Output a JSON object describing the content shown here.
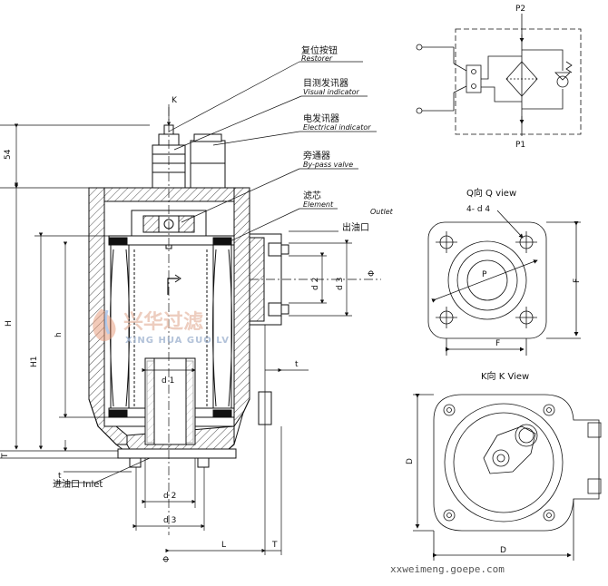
{
  "callouts": {
    "restorer_cn": "复位按钮",
    "restorer_en": "Restorer",
    "visual_cn": "目测发讯器",
    "visual_en": "Visual indicator",
    "electrical_cn": "电发讯器",
    "electrical_en": "Electrical indicator",
    "bypass_cn": "旁通器",
    "bypass_en": "By-pass valve",
    "element_cn": "滤芯",
    "element_en": "Element",
    "outlet_en": "Outlet",
    "outlet_cn": "出油口",
    "inlet": "进油口 Inlet"
  },
  "labels": {
    "k": "K",
    "dim_54": "54",
    "dim_H": "H",
    "dim_H1": "H1",
    "dim_h": "h",
    "dim_T": "T",
    "dim_t_left": "t",
    "dim_t_right": "t",
    "dim_d1": "d 1",
    "dim_d2_bottom": "d 2",
    "dim_d3_bottom": "d 3",
    "dim_d2_side": "d 2",
    "dim_d3_side": "d 3",
    "dim_phi_side": "Φ",
    "dim_phi_bottom": "Φ",
    "dim_L": "L",
    "dim_T_bottom": "T"
  },
  "schematic": {
    "p1": "P1",
    "p2": "P2"
  },
  "q_view": {
    "title": "Q向  Q view",
    "holes": "4- d  4",
    "p": "P",
    "f_side": "F",
    "f_bottom": "F"
  },
  "k_view": {
    "title": "K向 K View",
    "d_side": "D",
    "d_bottom": "D"
  },
  "watermark": {
    "name_cn": "兴华过滤",
    "name_en": "XING HUA GUO LV",
    "url": "xxweimeng.goepe.com"
  }
}
